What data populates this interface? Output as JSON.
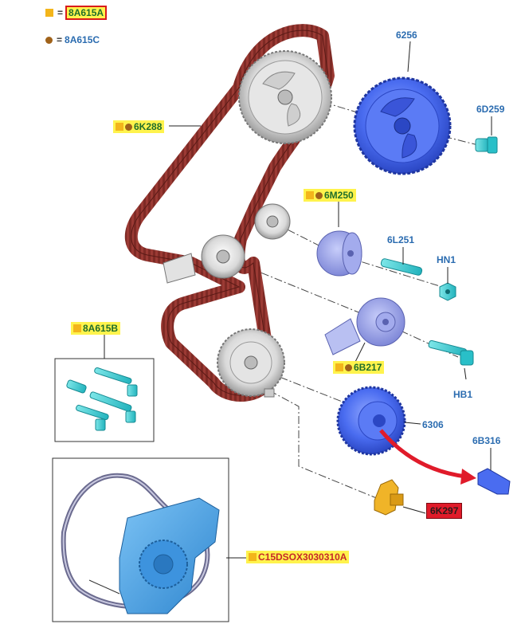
{
  "legend": {
    "square_code": "8A615A",
    "dot_code": "8A615C",
    "equals": "="
  },
  "labels": {
    "p6256": "6256",
    "p6D259": "6D259",
    "p6K288": "6K288",
    "p6M250": "6M250",
    "p6L251": "6L251",
    "pHN1": "HN1",
    "p8A615B": "8A615B",
    "p6B217": "6B217",
    "pHB1": "HB1",
    "p6306": "6306",
    "p6B316": "6B316",
    "p6K297": "6K297",
    "pC15": "C15DSOX3030310A"
  },
  "colors": {
    "label_blue": "#2b6cb0",
    "highlight": "#fff34d",
    "belt": "#9b3a34",
    "part_blue": "#4a6cf0",
    "bolt_cyan": "#3fd0d6",
    "pump_blue": "#4aa3e8",
    "gold": "#e0a020"
  }
}
